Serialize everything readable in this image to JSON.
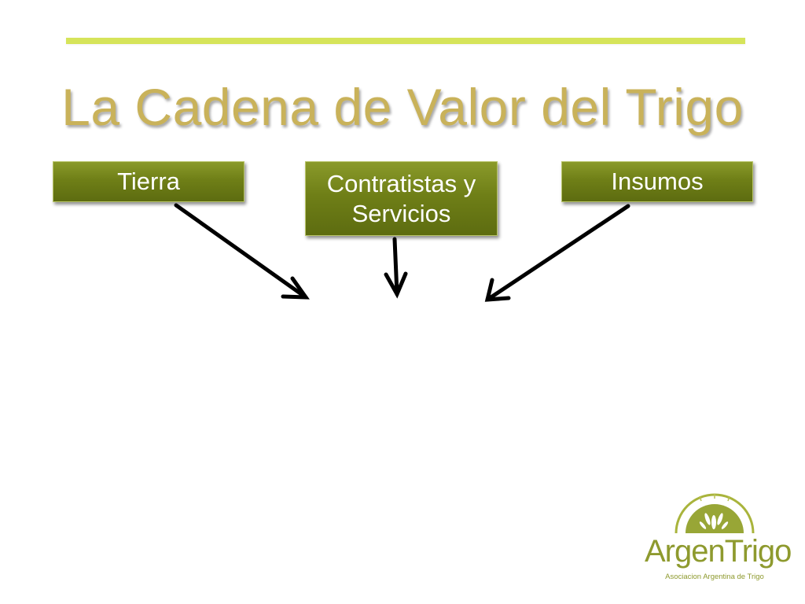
{
  "slide": {
    "title": "La Cadena de Valor del Trigo"
  },
  "boxes": {
    "tierra": "Tierra",
    "contratistas": "Contratistas y\nServicios",
    "insumos": "Insumos"
  },
  "logo": {
    "name": "ArgenTrigo",
    "subtitle": "Asociacion Argentina de Trigo"
  },
  "colors": {
    "title": "#c9b25a",
    "rule": "#d6e45a",
    "box": "#6f7f17",
    "logo": "#8e9a2e",
    "arrow": "#000000"
  }
}
